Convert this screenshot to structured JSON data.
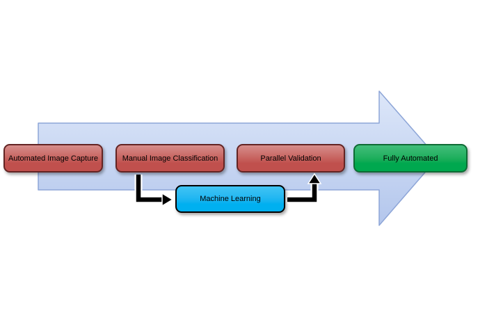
{
  "diagram": {
    "stages": [
      {
        "label": "Automated Image Capture",
        "role": "manual-stage"
      },
      {
        "label": "Manual Image Classification",
        "role": "manual-stage"
      },
      {
        "label": "Parallel Validation",
        "role": "manual-stage"
      },
      {
        "label": "Fully Automated",
        "role": "automated-stage"
      }
    ],
    "callout": {
      "label": "Machine Learning"
    }
  },
  "colors": {
    "canvas-bg": "#ffffff",
    "process-arrow-fill-top": "#dde7f9",
    "process-arrow-fill-bottom": "#b3c6ec",
    "process-arrow-border": "#8da5d7",
    "stage-red": "#c0504d",
    "stage-red-border": "#632423",
    "stage-green": "#00a84f",
    "stage-green-border": "#0e6b34",
    "callout-blue": "#00b0f0",
    "callout-border": "#000000",
    "connector-color": "#000000",
    "label-text": "#000000"
  }
}
